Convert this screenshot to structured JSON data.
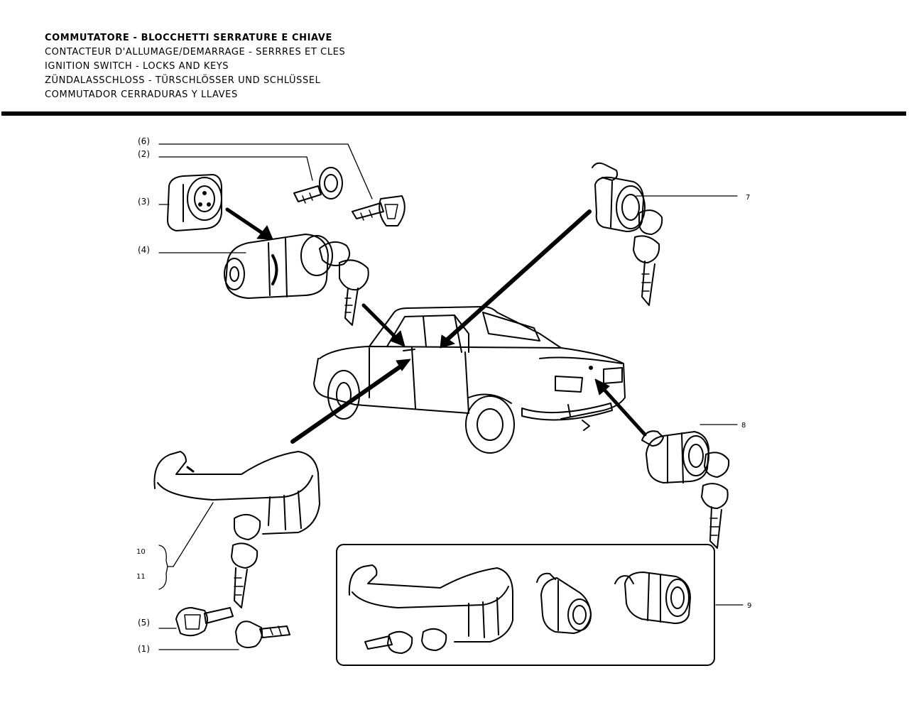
{
  "titles": [
    "COMMUTATORE - BLOCCHETTI SERRATURE E CHIAVE",
    "CONTACTEUR D'ALLUMAGE/DEMARRAGE - SERRRES ET CLES",
    "IGNITION SWITCH - LOCKS AND KEYS",
    "ZÜNDALASSCHLOSS - TÜRSCHLÖSSER UND SCHLÜSSEL",
    "COMMUTADOR CERRADURAS Y LLAVES"
  ],
  "callouts": {
    "c6": "(6)",
    "c2": "(2)",
    "c3": "(3)",
    "c4": "(4)",
    "c5": "(5)",
    "c1": "(1)",
    "c7": "7",
    "c8": "8",
    "c9": "9",
    "c10": "10",
    "c11": "11"
  }
}
